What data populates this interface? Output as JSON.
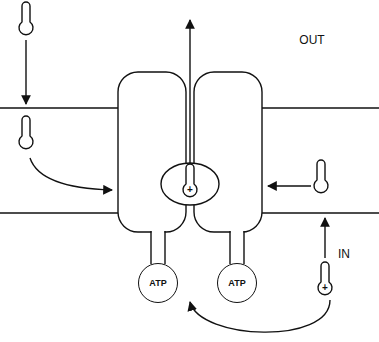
{
  "diagram": {
    "nodes": [
      {
        "text": [
          "ATP"
        ]
      },
      {
        "text": [
          "ATP"
        ]
      }
    ],
    "labels": [
      "OUT",
      "IN",
      "+",
      "+"
    ]
  }
}
